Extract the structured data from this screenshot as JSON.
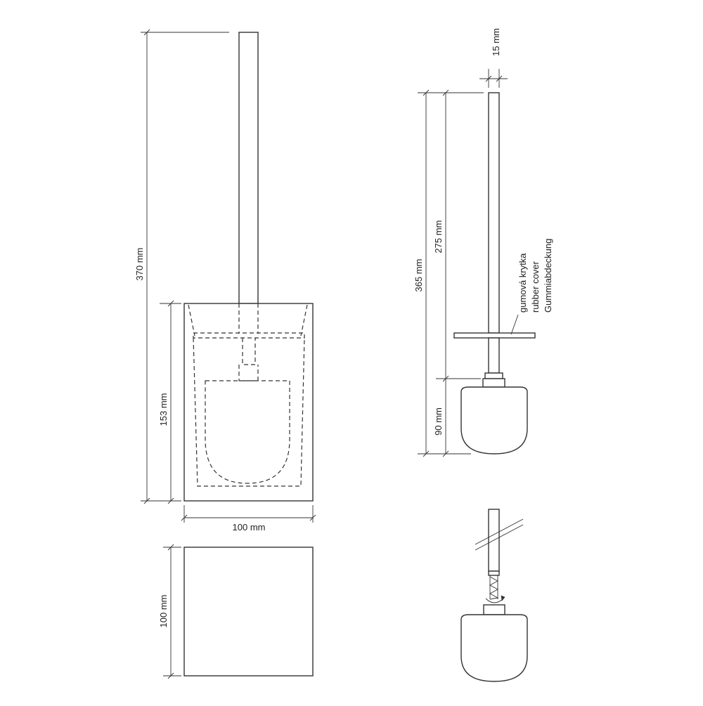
{
  "dimensions": {
    "total_height": "370 mm",
    "container_height": "153 mm",
    "container_width": "100 mm",
    "base_depth": "100 mm",
    "handle_diameter": "15 mm",
    "brush_length": "365 mm",
    "handle_length": "275 mm",
    "head_height": "90 mm"
  },
  "callout": {
    "line1": "gumová krytka",
    "line2": "rubber cover",
    "line3": "Gummiabdeckung"
  }
}
